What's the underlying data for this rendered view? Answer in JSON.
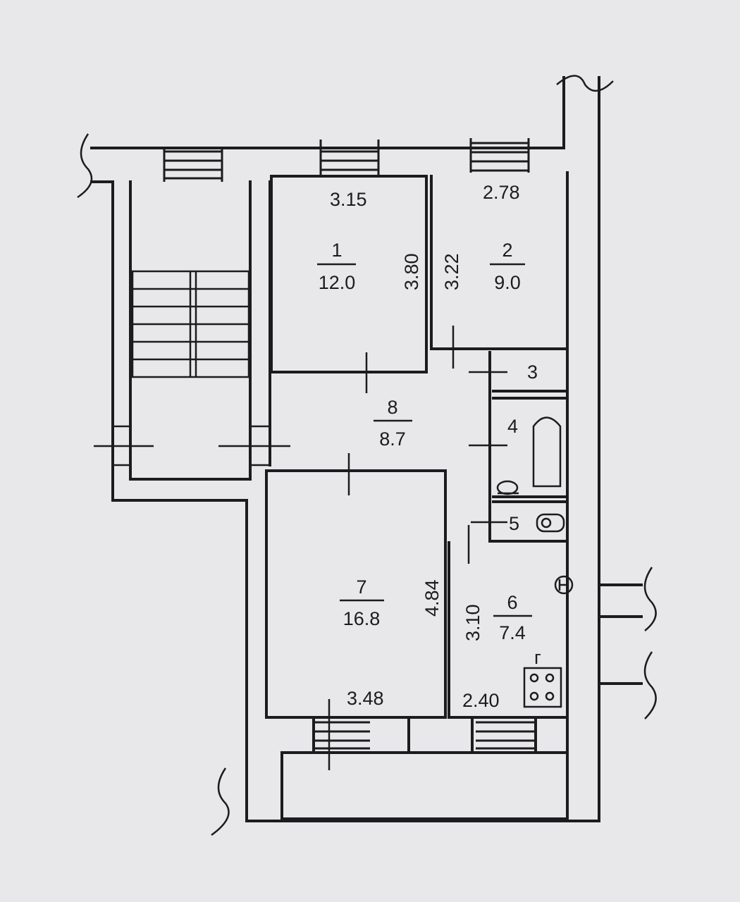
{
  "rooms": [
    {
      "number": "1",
      "area": "12.0",
      "width": "3.15",
      "length": "3.80"
    },
    {
      "number": "2",
      "area": "9.0",
      "width": "2.78",
      "length": "3.22"
    },
    {
      "number": "3"
    },
    {
      "number": "4"
    },
    {
      "number": "5"
    },
    {
      "number": "6",
      "area": "7.4",
      "width": "2.40",
      "length": "3.10"
    },
    {
      "number": "7",
      "area": "16.8",
      "width": "3.48",
      "length": "4.84"
    },
    {
      "number": "8",
      "area": "8.7"
    }
  ],
  "fixtures": {
    "stove_label": "г"
  }
}
